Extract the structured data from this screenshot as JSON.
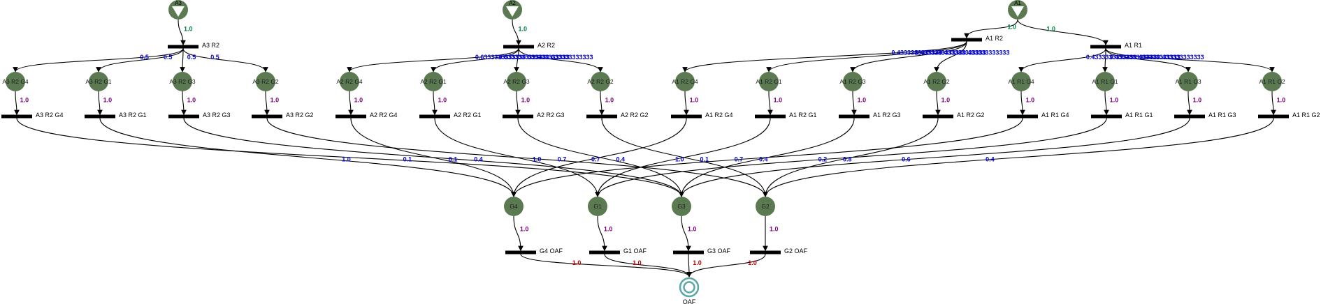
{
  "colors": {
    "node": "#5b7a52",
    "edge": "#000000",
    "prob_green": "#008040",
    "prob_blue": "#0000d0",
    "prob_purple": "#800080",
    "prob_red": "#c00000",
    "final_ring": "#5aa7a8"
  },
  "sources": [
    {
      "id": "A3",
      "label": "A3"
    },
    {
      "id": "A2",
      "label": "A2"
    },
    {
      "id": "A1",
      "label": "A1"
    }
  ],
  "bars": [
    {
      "id": "A3R2",
      "label": "A3 R2"
    },
    {
      "id": "A2R2",
      "label": "A2 R2"
    },
    {
      "id": "A1R2",
      "label": "A1 R2"
    },
    {
      "id": "A1R1",
      "label": "A1 R1"
    },
    {
      "id": "A3R2G4b",
      "label": "A3 R2 G4"
    },
    {
      "id": "A3R2G1b",
      "label": "A3 R2 G1"
    },
    {
      "id": "A3R2G3b",
      "label": "A3 R2 G3"
    },
    {
      "id": "A3R2G2b",
      "label": "A3 R2 G2"
    },
    {
      "id": "A2R2G4b",
      "label": "A2 R2 G4"
    },
    {
      "id": "A2R2G1b",
      "label": "A2 R2 G1"
    },
    {
      "id": "A2R2G3b",
      "label": "A2 R2 G3"
    },
    {
      "id": "A2R2G2b",
      "label": "A2 R2 G2"
    },
    {
      "id": "A1R2G4b",
      "label": "A1 R2 G4"
    },
    {
      "id": "A1R2G1b",
      "label": "A1 R2 G1"
    },
    {
      "id": "A1R2G3b",
      "label": "A1 R2 G3"
    },
    {
      "id": "A1R2G2b",
      "label": "A1 R2 G2"
    },
    {
      "id": "A1R1G4b",
      "label": "A1 R1 G4"
    },
    {
      "id": "A1R1G1b",
      "label": "A1 R1 G1"
    },
    {
      "id": "A1R1G3b",
      "label": "A1 R1 G3"
    },
    {
      "id": "A1R1G2b",
      "label": "A1 R1 G2"
    },
    {
      "id": "G4OAF",
      "label": "G4 OAF"
    },
    {
      "id": "G1OAF",
      "label": "G1 OAF"
    },
    {
      "id": "G3OAF",
      "label": "G3 OAF"
    },
    {
      "id": "G2OAF",
      "label": "G2 OAF"
    }
  ],
  "circles": [
    {
      "id": "A3R2G4",
      "label": "A3 R2 G4"
    },
    {
      "id": "A3R2G1",
      "label": "A3 R2 G1"
    },
    {
      "id": "A3R2G3",
      "label": "A3 R2 G3"
    },
    {
      "id": "A3R2G2",
      "label": "A3 R2 G2"
    },
    {
      "id": "A2R2G4",
      "label": "A2 R2 G4"
    },
    {
      "id": "A2R2G1",
      "label": "A2 R2 G1"
    },
    {
      "id": "A2R2G3",
      "label": "A2 R2 G3"
    },
    {
      "id": "A2R2G2",
      "label": "A2 R2 G2"
    },
    {
      "id": "A1R2G4",
      "label": "A1 R2 G4"
    },
    {
      "id": "A1R2G1",
      "label": "A1 R2 G1"
    },
    {
      "id": "A1R2G3",
      "label": "A1 R2 G3"
    },
    {
      "id": "A1R2G2",
      "label": "A1 R2 G2"
    },
    {
      "id": "A1R1G4",
      "label": "A1 R1 G4"
    },
    {
      "id": "A1R1G1",
      "label": "A1 R1 G1"
    },
    {
      "id": "A1R1G3",
      "label": "A1 R1 G3"
    },
    {
      "id": "A1R1G2",
      "label": "A1 R1 G2"
    },
    {
      "id": "G4",
      "label": "G4"
    },
    {
      "id": "G1",
      "label": "G1"
    },
    {
      "id": "G3",
      "label": "G3"
    },
    {
      "id": "G2",
      "label": "G2"
    }
  ],
  "final": {
    "id": "OAF",
    "label": "OAF"
  },
  "edges": [
    {
      "from": "A3",
      "to": "A3R2",
      "p": "1.0",
      "c": "prob_green"
    },
    {
      "from": "A2",
      "to": "A2R2",
      "p": "1.0",
      "c": "prob_green"
    },
    {
      "from": "A1",
      "to": "A1R2",
      "p": "1.0",
      "c": "prob_green"
    },
    {
      "from": "A1",
      "to": "A1R1",
      "p": "1.0",
      "c": "prob_green"
    },
    {
      "from": "A3R2",
      "to": "A3R2G4",
      "p": "0.5",
      "c": "prob_blue"
    },
    {
      "from": "A3R2",
      "to": "A3R2G1",
      "p": "0.5",
      "c": "prob_blue"
    },
    {
      "from": "A3R2",
      "to": "A3R2G3",
      "p": "0.5",
      "c": "prob_blue"
    },
    {
      "from": "A3R2",
      "to": "A3R2G2",
      "p": "0.5",
      "c": "prob_blue"
    },
    {
      "from": "A2R2",
      "to": "A2R2G4",
      "p": "0.633333333333",
      "c": "prob_blue"
    },
    {
      "from": "A2R2",
      "to": "A2R2G1",
      "p": "0.633333333333",
      "c": "prob_blue"
    },
    {
      "from": "A2R2",
      "to": "A2R2G3",
      "p": "0.633333333333",
      "c": "prob_blue"
    },
    {
      "from": "A2R2",
      "to": "A2R2G2",
      "p": "0.633333333333",
      "c": "prob_blue"
    },
    {
      "from": "A1R2",
      "to": "A1R2G4",
      "p": "0.433333333333",
      "c": "prob_blue"
    },
    {
      "from": "A1R2",
      "to": "A1R2G1",
      "p": "0.433333333333",
      "c": "prob_blue"
    },
    {
      "from": "A1R2",
      "to": "A1R2G3",
      "p": "0.433333333333",
      "c": "prob_blue"
    },
    {
      "from": "A1R2",
      "to": "A1R2G2",
      "p": "0.433333333333",
      "c": "prob_blue"
    },
    {
      "from": "A1R1",
      "to": "A1R1G4",
      "p": "0.433333333333",
      "c": "prob_blue"
    },
    {
      "from": "A1R1",
      "to": "A1R1G1",
      "p": "0.433333333333",
      "c": "prob_blue"
    },
    {
      "from": "A1R1",
      "to": "A1R1G3",
      "p": "0.433333333333",
      "c": "prob_blue"
    },
    {
      "from": "A1R1",
      "to": "A1R1G2",
      "p": "0.433333333333",
      "c": "prob_blue"
    },
    {
      "from": "A3R2G4",
      "to": "A3R2G4b",
      "p": "1.0",
      "c": "prob_purple"
    },
    {
      "from": "A3R2G1",
      "to": "A3R2G1b",
      "p": "1.0",
      "c": "prob_purple"
    },
    {
      "from": "A3R2G3",
      "to": "A3R2G3b",
      "p": "1.0",
      "c": "prob_purple"
    },
    {
      "from": "A3R2G2",
      "to": "A3R2G2b",
      "p": "1.0",
      "c": "prob_purple"
    },
    {
      "from": "A2R2G4",
      "to": "A2R2G4b",
      "p": "1.0",
      "c": "prob_purple"
    },
    {
      "from": "A2R2G1",
      "to": "A2R2G1b",
      "p": "1.0",
      "c": "prob_purple"
    },
    {
      "from": "A2R2G3",
      "to": "A2R2G3b",
      "p": "1.0",
      "c": "prob_purple"
    },
    {
      "from": "A2R2G2",
      "to": "A2R2G2b",
      "p": "1.0",
      "c": "prob_purple"
    },
    {
      "from": "A1R2G4",
      "to": "A1R2G4b",
      "p": "1.0",
      "c": "prob_purple"
    },
    {
      "from": "A1R2G1",
      "to": "A1R2G1b",
      "p": "1.0",
      "c": "prob_purple"
    },
    {
      "from": "A1R2G3",
      "to": "A1R2G3b",
      "p": "1.0",
      "c": "prob_purple"
    },
    {
      "from": "A1R2G2",
      "to": "A1R2G2b",
      "p": "1.0",
      "c": "prob_purple"
    },
    {
      "from": "A1R1G4",
      "to": "A1R1G4b",
      "p": "1.0",
      "c": "prob_purple"
    },
    {
      "from": "A1R1G1",
      "to": "A1R1G1b",
      "p": "1.0",
      "c": "prob_purple"
    },
    {
      "from": "A1R1G3",
      "to": "A1R1G3b",
      "p": "1.0",
      "c": "prob_purple"
    },
    {
      "from": "A1R1G2",
      "to": "A1R1G2b",
      "p": "1.0",
      "c": "prob_purple"
    },
    {
      "from": "A3R2G4b",
      "to": "G3",
      "p": "0.1",
      "c": "prob_blue"
    },
    {
      "from": "A3R2G1b",
      "to": "G4",
      "p": "1.0",
      "c": "prob_blue"
    },
    {
      "from": "A3R2G3b",
      "to": "G3",
      "p": "0.4",
      "c": "prob_blue"
    },
    {
      "from": "A3R2G2b",
      "to": "G2",
      "p": "0.7",
      "c": "prob_blue"
    },
    {
      "from": "A2R2G4b",
      "to": "G4",
      "p": "0.1",
      "c": "prob_blue"
    },
    {
      "from": "A2R2G1b",
      "to": "G1",
      "p": "1.0",
      "c": "prob_blue"
    },
    {
      "from": "A2R2G3b",
      "to": "G3",
      "p": "0.4",
      "c": "prob_blue"
    },
    {
      "from": "A2R2G2b",
      "to": "G2",
      "p": "0.1",
      "c": "prob_blue"
    },
    {
      "from": "A1R2G4b",
      "to": "G4",
      "p": "0.7",
      "c": "prob_blue"
    },
    {
      "from": "A1R2G1b",
      "to": "G1",
      "p": "1.0",
      "c": "prob_blue"
    },
    {
      "from": "A1R2G3b",
      "to": "G3",
      "p": "0.4",
      "c": "prob_blue"
    },
    {
      "from": "A1R2G2b",
      "to": "G2",
      "p": "0.8",
      "c": "prob_blue"
    },
    {
      "from": "A1R1G4b",
      "to": "G4",
      "p": "0.7",
      "c": "prob_blue"
    },
    {
      "from": "A1R1G1b",
      "to": "G1",
      "p": "0.2",
      "c": "prob_blue"
    },
    {
      "from": "A1R1G3b",
      "to": "G3",
      "p": "0.6",
      "c": "prob_blue"
    },
    {
      "from": "A1R1G2b",
      "to": "G2",
      "p": "0.4",
      "c": "prob_blue"
    },
    {
      "from": "G4",
      "to": "G4OAF",
      "p": "1.0",
      "c": "prob_purple"
    },
    {
      "from": "G1",
      "to": "G1OAF",
      "p": "1.0",
      "c": "prob_purple"
    },
    {
      "from": "G3",
      "to": "G3OAF",
      "p": "1.0",
      "c": "prob_purple"
    },
    {
      "from": "G2",
      "to": "G2OAF",
      "p": "1.0",
      "c": "prob_purple"
    },
    {
      "from": "G4OAF",
      "to": "OAF",
      "p": "1.0",
      "c": "prob_red"
    },
    {
      "from": "G1OAF",
      "to": "OAF",
      "p": "1.0",
      "c": "prob_red"
    },
    {
      "from": "G3OAF",
      "to": "OAF",
      "p": "1.0",
      "c": "prob_red"
    },
    {
      "from": "G2OAF",
      "to": "OAF",
      "p": "1.0",
      "c": "prob_red"
    }
  ]
}
